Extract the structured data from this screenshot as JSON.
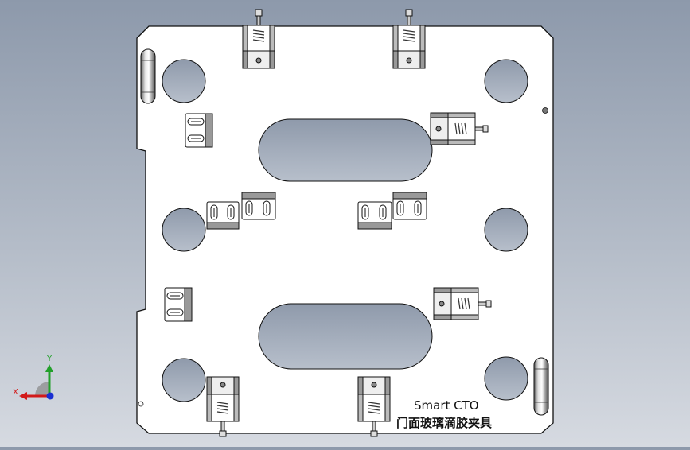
{
  "drawing": {
    "caption_line1": "Smart CTO",
    "caption_line2": "门面玻璃滴胶夹具"
  },
  "triad": {
    "x_label": "X",
    "y_label": "Y",
    "x_color": "#d21a1a",
    "y_color": "#22a02a",
    "z_color": "#1a2fd2"
  },
  "colors": {
    "plate_fill": "#ffffff",
    "hole_fill": "#a5afbf",
    "line": "#111111"
  }
}
